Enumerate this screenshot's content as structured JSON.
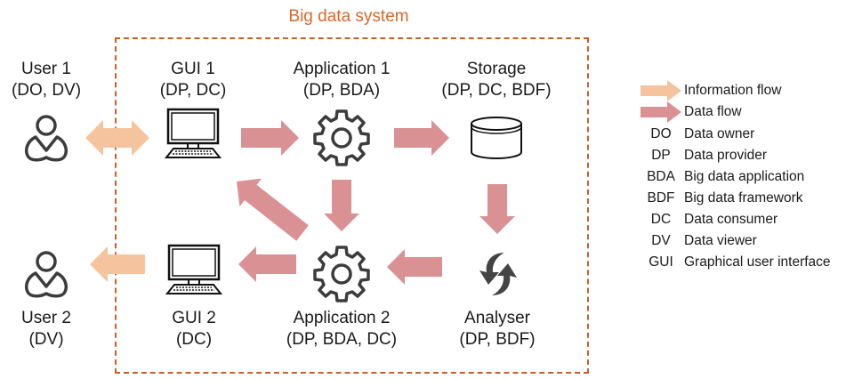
{
  "colors": {
    "information_flow": "#f5c49e",
    "data_flow": "#d99194",
    "system_border": "#c8602a",
    "system_title": "#d8692c",
    "icon": "#3c3c3c"
  },
  "system": {
    "title": "Big data system"
  },
  "nodes": {
    "user1": {
      "name": "User 1",
      "roles": "(DO, DV)",
      "icon": "user-icon"
    },
    "gui1": {
      "name": "GUI 1",
      "roles": "(DP, DC)",
      "icon": "computer-icon"
    },
    "app1": {
      "name": "Application 1",
      "roles": "(DP, BDA)",
      "icon": "gear-icon"
    },
    "storage": {
      "name": "Storage",
      "roles": "(DP, DC, BDF)",
      "icon": "database-icon"
    },
    "user2": {
      "name": "User 2",
      "roles": "(DV)",
      "icon": "user-icon"
    },
    "gui2": {
      "name": "GUI 2",
      "roles": "(DC)",
      "icon": "computer-icon"
    },
    "app2": {
      "name": "Application 2",
      "roles": "(DP, BDA, DC)",
      "icon": "gear-icon"
    },
    "analyser": {
      "name": "Analyser",
      "roles": "(DP, BDF)",
      "icon": "refresh-icon"
    }
  },
  "edges": [
    {
      "from": "User 1",
      "to": "GUI 1",
      "type": "information",
      "direction": "bidirectional"
    },
    {
      "from": "GUI 1",
      "to": "Application 1",
      "type": "data"
    },
    {
      "from": "Application 1",
      "to": "Storage",
      "type": "data"
    },
    {
      "from": "Storage",
      "to": "Analyser",
      "type": "data"
    },
    {
      "from": "Application 1",
      "to": "Application 2",
      "type": "data"
    },
    {
      "from": "Application 2",
      "to": "GUI 1",
      "type": "data"
    },
    {
      "from": "Analyser",
      "to": "Application 2",
      "type": "data"
    },
    {
      "from": "Application 2",
      "to": "GUI 2",
      "type": "data"
    },
    {
      "from": "GUI 2",
      "to": "User 2",
      "type": "information"
    }
  ],
  "legend": {
    "arrows": [
      {
        "label": "Information flow",
        "type": "information"
      },
      {
        "label": "Data flow",
        "type": "data"
      }
    ],
    "abbreviations": [
      {
        "abbr": "DO",
        "meaning": "Data owner"
      },
      {
        "abbr": "DP",
        "meaning": "Data provider"
      },
      {
        "abbr": "BDA",
        "meaning": "Big data application"
      },
      {
        "abbr": "BDF",
        "meaning": "Big data framework"
      },
      {
        "abbr": "DC",
        "meaning": "Data consumer"
      },
      {
        "abbr": "DV",
        "meaning": "Data viewer"
      },
      {
        "abbr": "GUI",
        "meaning": "Graphical user interface"
      }
    ]
  }
}
